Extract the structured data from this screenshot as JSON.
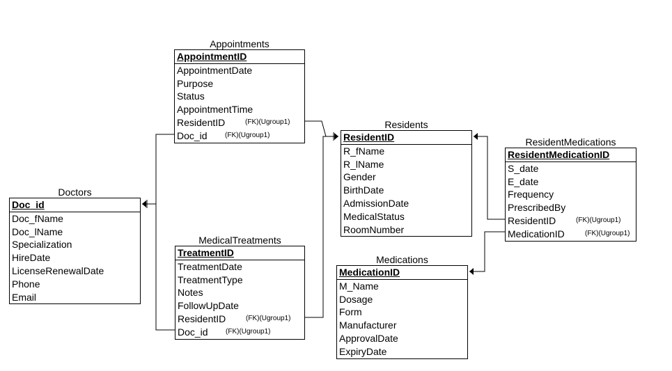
{
  "entities": {
    "appointments": {
      "title": "Appointments",
      "pk": "AppointmentID",
      "attrs": [
        "AppointmentDate",
        "Purpose",
        "Status",
        "AppointmentTime",
        "ResidentID",
        "Doc_id"
      ],
      "fk_notes": [
        "(FK)(Ugroup1)",
        "(FK)(Ugroup1)"
      ]
    },
    "doctors": {
      "title": "Doctors",
      "pk": "Doc_id",
      "attrs": [
        "Doc_fName",
        "Doc_lName",
        "Specialization",
        "HireDate",
        "LicenseRenewalDate",
        "Phone",
        "Email"
      ]
    },
    "medical_treatments": {
      "title": "MedicalTreatments",
      "pk": "TreatmentID",
      "attrs": [
        "TreatmentDate",
        "TreatmentType",
        "Notes",
        "FollowUpDate",
        "ResidentID",
        "Doc_id"
      ],
      "fk_notes": [
        "(FK)(Ugroup1)",
        "(FK)(Ugroup1)"
      ]
    },
    "residents": {
      "title": "Residents",
      "pk": "ResidentID",
      "attrs": [
        "R_fName",
        "R_lName",
        "Gender",
        "BirthDate",
        "AdmissionDate",
        "MedicalStatus",
        "RoomNumber"
      ]
    },
    "medications": {
      "title": "Medications",
      "pk": "MedicationID",
      "attrs": [
        "M_Name",
        "Dosage",
        "Form",
        "Manufacturer",
        "ApprovalDate",
        "ExpiryDate"
      ]
    },
    "resident_medications": {
      "title": "ResidentMedications",
      "pk": "ResidentMedicationID",
      "attrs": [
        "S_date",
        "E_date",
        "Frequency",
        "PrescribedBy",
        "ResidentID",
        "MedicationID"
      ],
      "fk_notes": [
        "(FK)(Ugroup1)",
        "(FK)(Ugroup1)"
      ]
    }
  }
}
